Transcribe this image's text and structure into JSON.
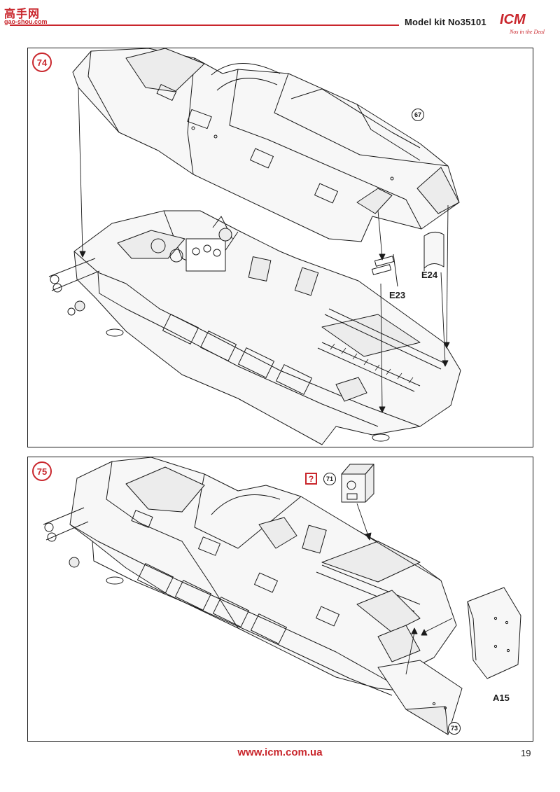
{
  "watermark": {
    "top": "高手网",
    "bottom": "gao-shou.com"
  },
  "header": {
    "kit_title": "Model kit No35101"
  },
  "logo": {
    "brand": "ICM",
    "tagline": "Nos in the Deal"
  },
  "colors": {
    "accent": "#c9262c",
    "ink": "#1a1a1a",
    "background": "#ffffff"
  },
  "steps": [
    {
      "number": "74",
      "refs": [
        "67"
      ],
      "parts": [
        "E23",
        "E24"
      ]
    },
    {
      "number": "75",
      "attention_mark": "?",
      "refs": [
        "71",
        "73"
      ],
      "parts": [
        "A15"
      ]
    }
  ],
  "footer": {
    "url": "www.icm.com.ua",
    "page_number": "19"
  }
}
